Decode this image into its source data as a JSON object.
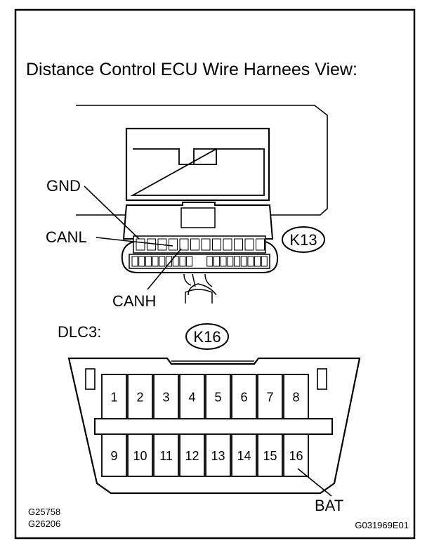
{
  "title": "Distance Control ECU Wire Harnees View:",
  "ecu_connector": {
    "code": "K13",
    "labels": {
      "gnd": "GND",
      "canl": "CANL",
      "canh": "CANH"
    }
  },
  "dlc3": {
    "label": "DLC3:",
    "code": "K16",
    "top_pins": [
      "1",
      "2",
      "3",
      "4",
      "5",
      "6",
      "7",
      "8"
    ],
    "bottom_pins": [
      "9",
      "10",
      "11",
      "12",
      "13",
      "14",
      "15",
      "16"
    ],
    "bat_label": "BAT"
  },
  "footer": {
    "codes": [
      "G25758",
      "G26206"
    ],
    "figure_id": "G031969E01"
  }
}
